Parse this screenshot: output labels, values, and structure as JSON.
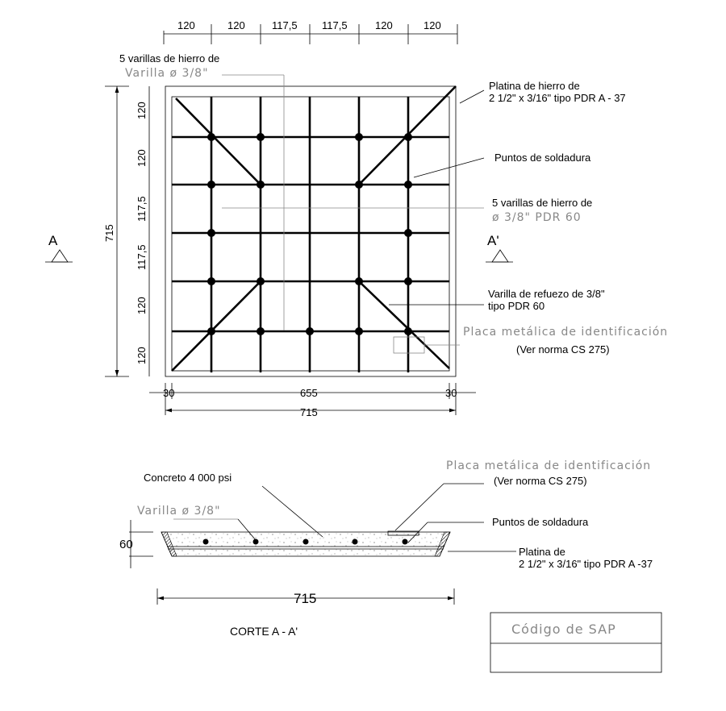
{
  "plan": {
    "top_dims": [
      "120",
      "120",
      "117,5",
      "117,5",
      "120",
      "120"
    ],
    "left_dims": [
      "120",
      "120",
      "117,5",
      "117,5",
      "120",
      "120"
    ],
    "total_height": "715",
    "bottom_dims": {
      "left": "30",
      "middle": "655",
      "right": "30",
      "total": "715"
    },
    "section_mark_left": "A",
    "section_mark_right": "A'",
    "labels": {
      "varillas_top_1": "5 varillas de hierro de",
      "varillas_top_2": "Varilla ø 3/8\"",
      "platina_1": "Platina de hierro de",
      "platina_2": "2 1/2\" x 3/16\" tipo PDR A - 37",
      "soldadura": "Puntos de soldadura",
      "varillas_right_1": "5 varillas de hierro de",
      "varillas_right_2": "ø 3/8\" PDR 60",
      "refuerzo_1": "Varilla de refuezo de 3/8\"",
      "refuerzo_2": "tipo PDR 60",
      "placa_1": "Placa metálica de identificación",
      "placa_2": "(Ver norma CS 275)"
    }
  },
  "section": {
    "concreto": "Concreto 4 000 psi",
    "varilla": "Varilla ø 3/8\"",
    "placa_1": "Placa metálica de identificación",
    "placa_2": "(Ver norma CS 275)",
    "soldadura": "Puntos de soldadura",
    "platina_1": "Platina de",
    "platina_2": "2 1/2\" x 3/16\" tipo PDR A -37",
    "height": "60",
    "width": "715",
    "title": "CORTE  A - A'"
  },
  "sap_box": {
    "label": "Código de  SAP",
    "value": ""
  }
}
